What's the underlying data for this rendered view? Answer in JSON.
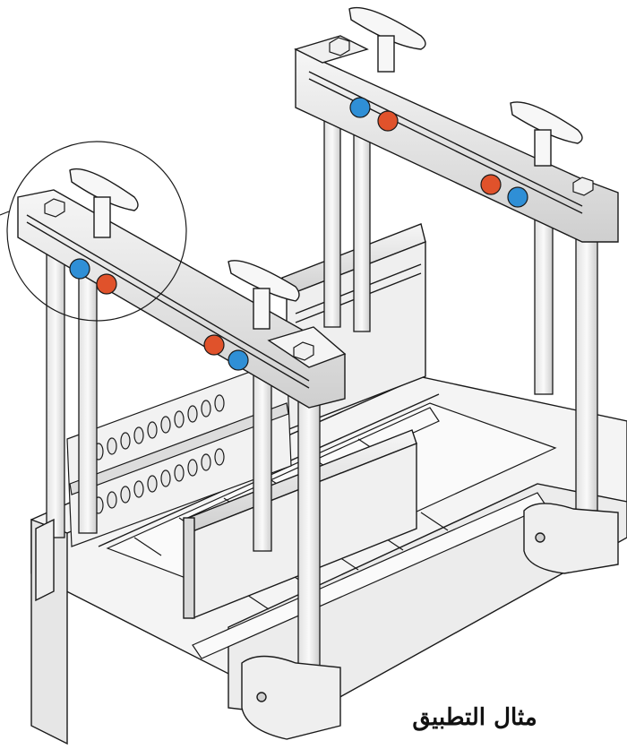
{
  "caption": "مثال التطبيق",
  "colors": {
    "line": "#1a1a1a",
    "metal_light": "#f2f2f2",
    "metal_mid": "#d9d9d9",
    "metal_dark": "#9a9a9a",
    "blue_knob": "#2f8fd6",
    "red_knob": "#e0522b"
  },
  "icons": [
    "t-handle-knob",
    "hex-bolt",
    "blue-adjuster-knob",
    "red-adjuster-knob",
    "detail-circle"
  ]
}
